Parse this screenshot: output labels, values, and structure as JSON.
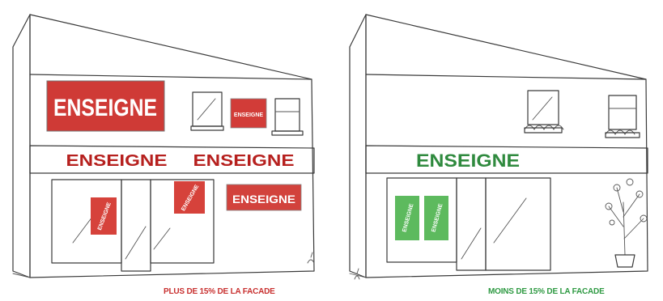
{
  "colors": {
    "excess": "#c8302f",
    "compliant": "#2f9a43",
    "green_fill": "#5cb85c"
  },
  "left_facade": {
    "main_sign": "ENSEIGNE",
    "upper_window_sign": "ENSEIGNE",
    "band_sign_1": "ENSEIGNE",
    "band_sign_2": "ENSEIGNE",
    "door_poster": "ENSEIGNE",
    "window_poster": "ENSEIGNE",
    "lower_sign": "ENSEIGNE",
    "caption": "PLUS DE 15% DE LA FACADE"
  },
  "right_facade": {
    "band_sign": "ENSEIGNE",
    "poster_1": "ENSEIGNE",
    "poster_2": "ENSEIGNE",
    "caption": "MOINS DE 15% DE LA FACADE"
  }
}
